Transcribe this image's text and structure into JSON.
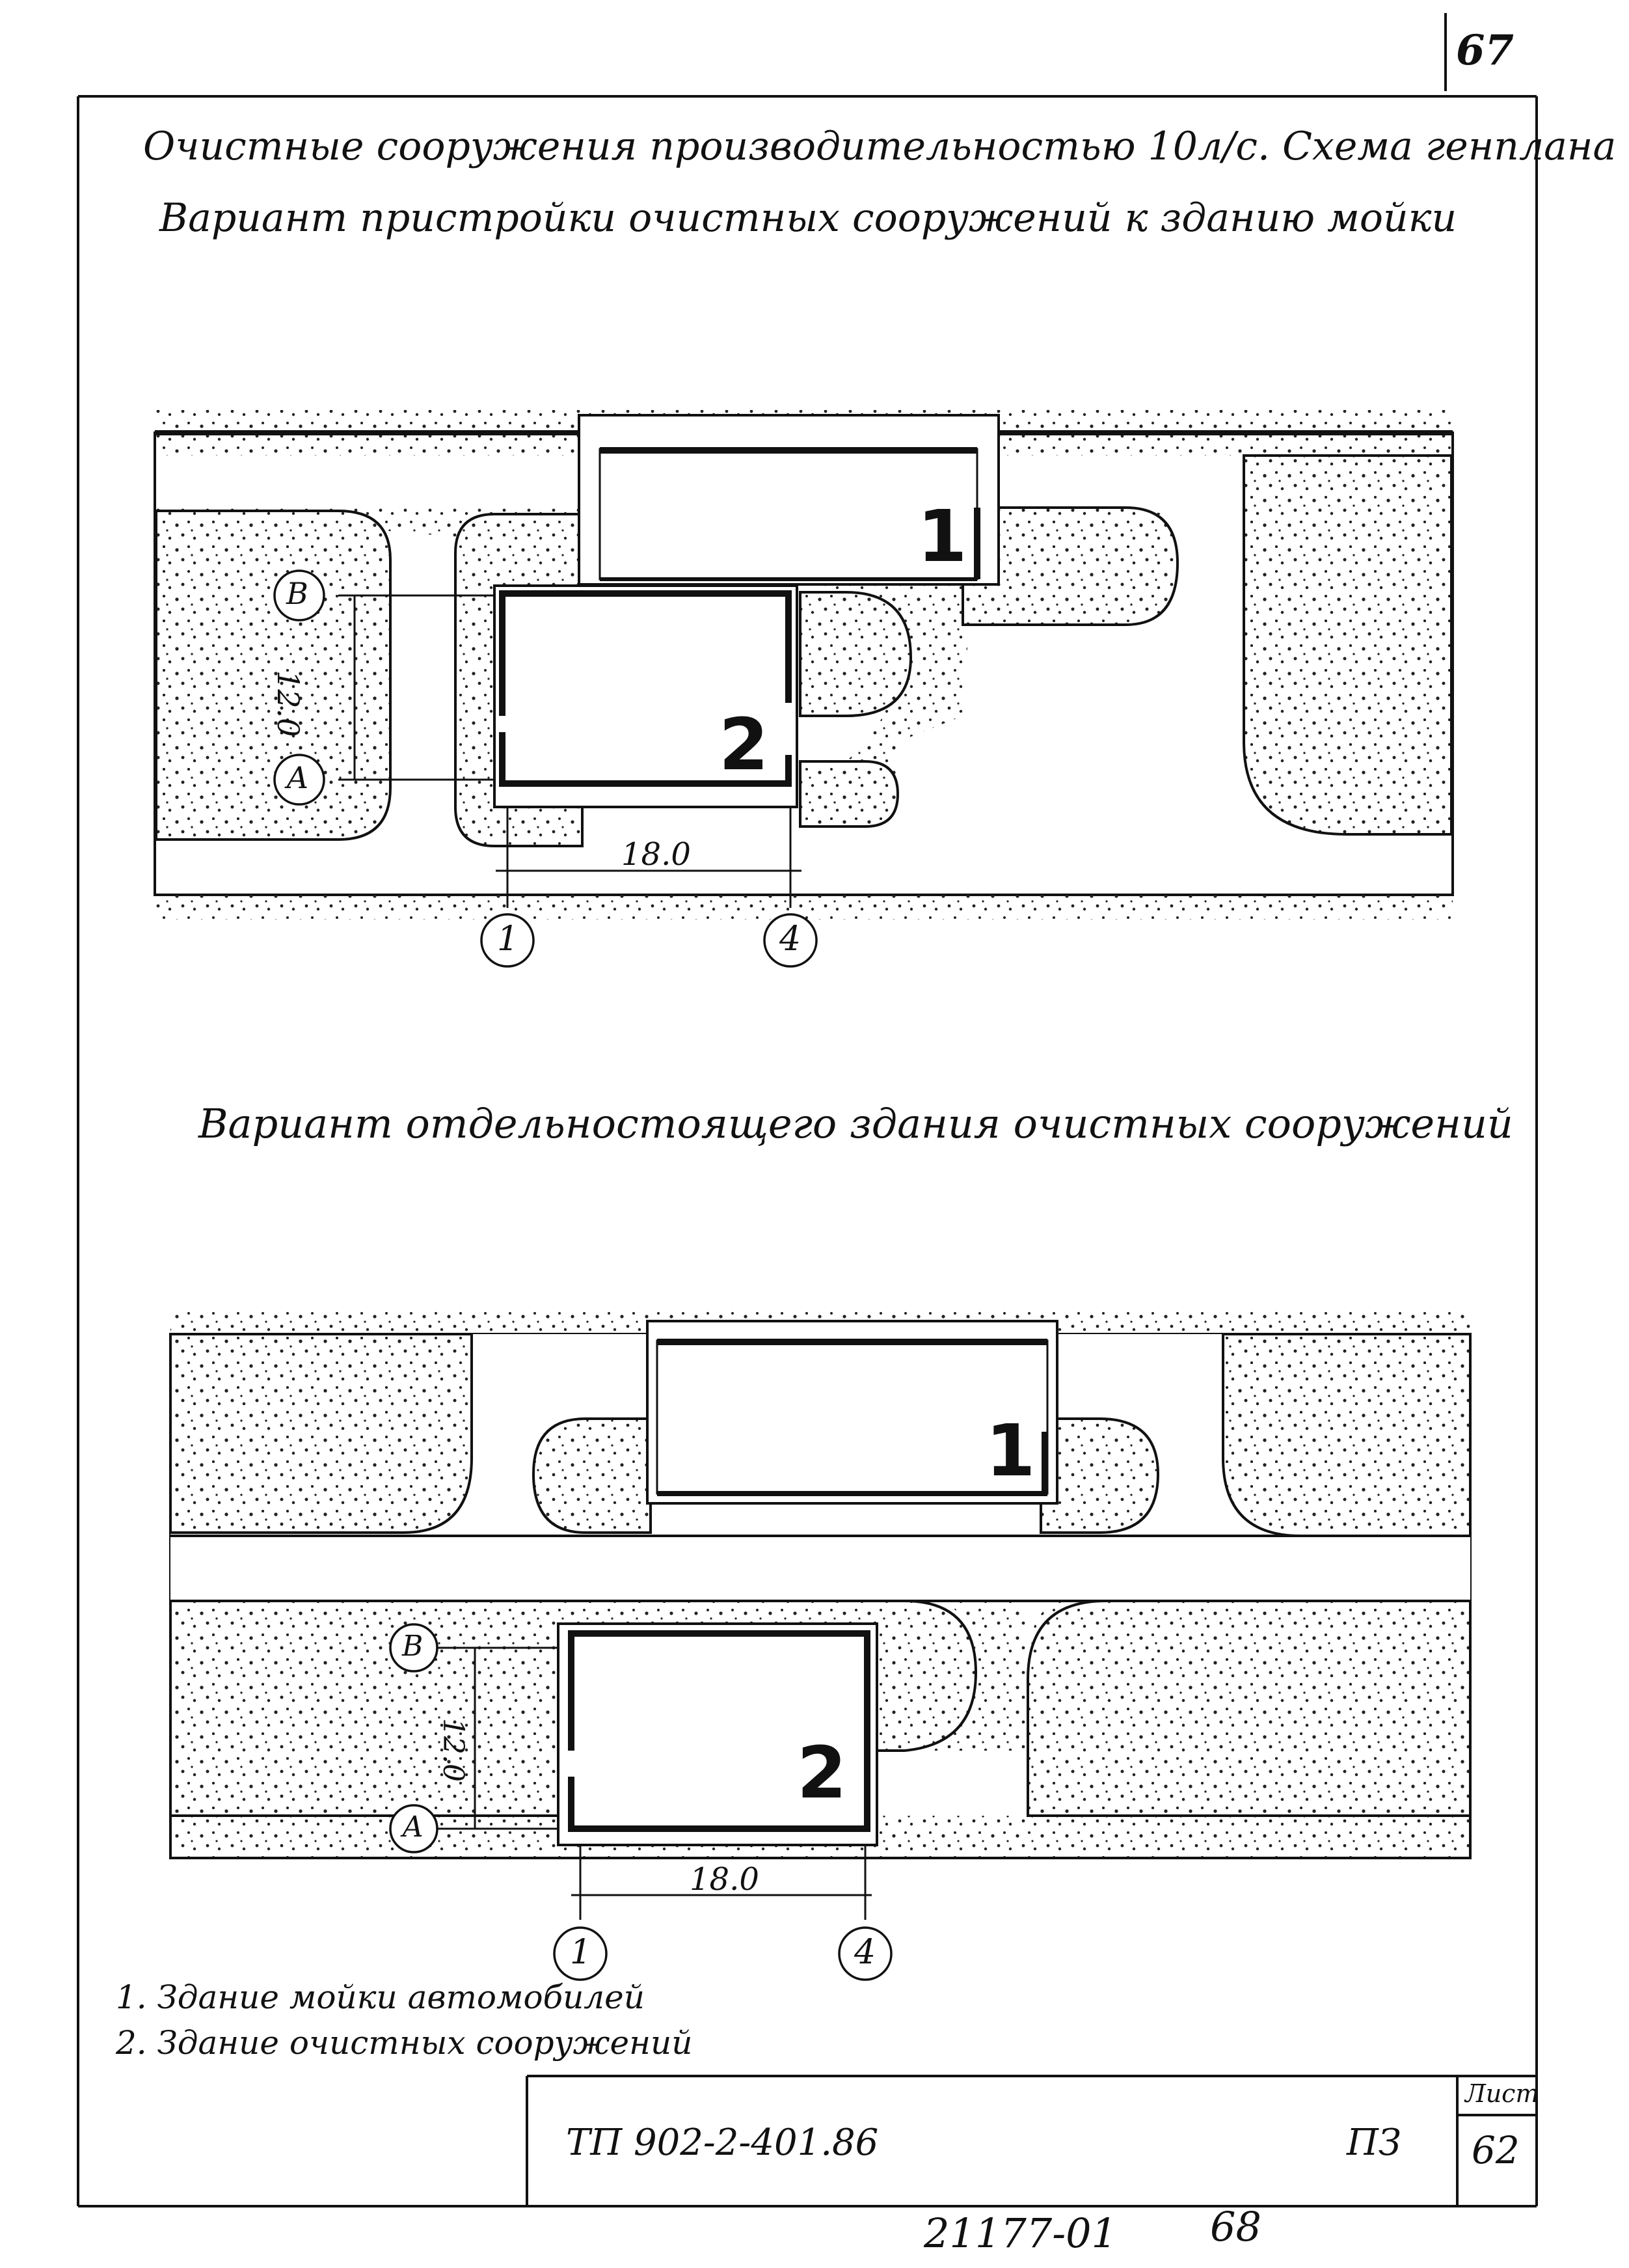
{
  "page_number_top": "67",
  "title_line1": "Очистные сооружения    производительностью 10л/с. Схема генплана",
  "title_line2": "Вариант  пристройки очистных  сооружений  к зданию мойки",
  "section2_title": "Вариант  отдельностоящего  здания  очистных  сооружений",
  "plan1": {
    "building1_label": "1",
    "building2_label": "2",
    "axis_B": "В",
    "axis_A": "А",
    "axis_1": "1",
    "axis_4": "4",
    "dim_vertical": "12.0",
    "dim_horizontal": "18.0"
  },
  "plan2": {
    "building1_label": "1",
    "building2_label": "2",
    "axis_B": "В",
    "axis_A": "А",
    "axis_1": "1",
    "axis_4": "4",
    "dim_vertical": "12.0",
    "dim_horizontal": "18.0"
  },
  "legend": [
    "1. Здание  мойки автомобилей",
    "2. Здание  очистных  сооружений"
  ],
  "title_block": {
    "code": "ТП   902-2-401.86",
    "doc": "ПЗ",
    "sheet_label": "Лист",
    "sheet_number": "62"
  },
  "footer_number": "21177-01",
  "footer_page": "68"
}
